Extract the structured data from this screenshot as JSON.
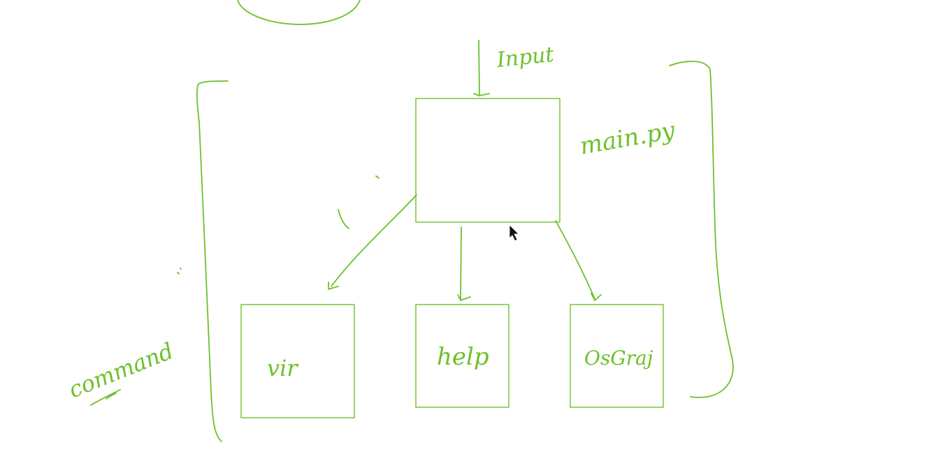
{
  "theme": {
    "ink_color": "#6cc12a",
    "background": "#ffffff"
  },
  "labels": {
    "input": "Input",
    "main": "main.py",
    "command": "command",
    "box_left": "vir",
    "box_middle": "help",
    "box_right": "OsGraj"
  },
  "icons": {
    "cursor": "mouse-pointer-icon"
  }
}
